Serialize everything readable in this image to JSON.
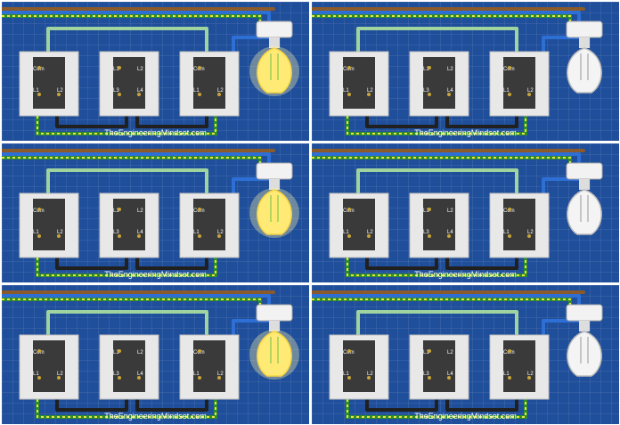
{
  "diagram": {
    "watermark": "TheEngineeringMindset.com",
    "switch_terminal_labels": {
      "com": "Com",
      "l1": "L1",
      "l2": "L2",
      "l3": "L3",
      "l4": "L4"
    },
    "panels": [
      {
        "id": "p1",
        "lamp_on": true
      },
      {
        "id": "p2",
        "lamp_on": false
      },
      {
        "id": "p3",
        "lamp_on": true
      },
      {
        "id": "p4",
        "lamp_on": false
      },
      {
        "id": "p5",
        "lamp_on": true
      },
      {
        "id": "p6",
        "lamp_on": false
      }
    ]
  }
}
